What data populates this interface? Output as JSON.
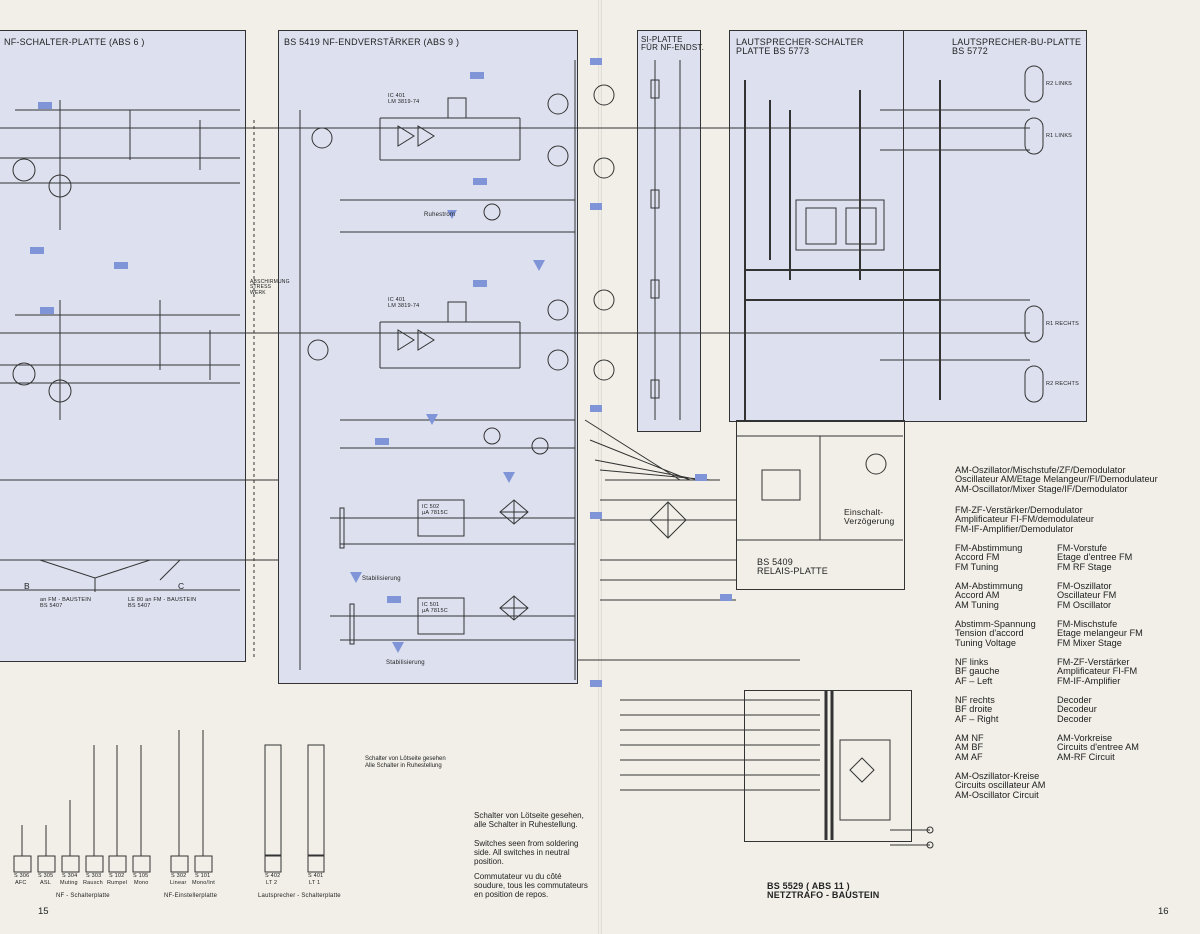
{
  "boards": {
    "nf_schalter": "NF-SCHALTER-PLATTE   (ABS 6 )",
    "nf_endverstaerker": "BS 5419  NF-ENDVERSTÄRKER  (ABS 9 )",
    "si_platte": "SI-PLATTE\nFÜR NF-ENDST.",
    "lautsprecher_schalter": "LAUTSPRECHER-SCHALTER\nPLATTE BS 5773",
    "lautsprecher_bu": "LAUTSPRECHER-BU-PLATTE\nBS 5772",
    "relais": "BS 5409\nRELAIS-PLATTE",
    "netztrafo": "BS 5529 ( ABS 11 )\nNETZTRAFO - BAUSTEIN"
  },
  "annotations": {
    "einschalt": "Einschalt-\nVerzögerung",
    "stabilisierung_1": "Stabilisierung",
    "stabilisierung_2": "Stabilisierung",
    "ruhestrom": "Ruhestrom",
    "vom_fm_baustein": "an FM - BAUSTEIN\nBS 5407",
    "le80_fm": "LE 80 an FM - BAUSTEIN\nBS 5407",
    "point_b": "B",
    "point_c": "C",
    "abschirmung": "ABSCHIRMUNG\nSTRESS\nWERK"
  },
  "legend": [
    {
      "lines": [
        "AM-Oszillator/Mischstufe/ZF/Demodulator",
        "Oscillateur AM/Etage Melangeur/FI/Demodulateur",
        "AM-Oscillator/Mixer Stage/IF/Demodulator"
      ]
    },
    {
      "lines": [
        "FM-ZF-Verstärker/Demodulator",
        "Amplificateur FI-FM/demodulateur",
        "FM-IF-Amplifier/Demodulator"
      ]
    },
    {
      "lines": [
        "FM-Abstimmung",
        "Accord FM",
        "FM Tuning"
      ]
    },
    {
      "lines": [
        "FM-Vorstufe",
        "Etage d'entree FM",
        "FM RF Stage"
      ]
    },
    {
      "lines": [
        "AM-Abstimmung",
        "Accord AM",
        "AM Tuning"
      ]
    },
    {
      "lines": [
        "FM-Oszillator",
        "Oscillateur FM",
        "FM Oscillator"
      ]
    },
    {
      "lines": [
        "Abstimm-Spannung",
        "Tension d'accord",
        "Tuning Voltage"
      ]
    },
    {
      "lines": [
        "FM-Mischstufe",
        "Etage melangeur FM",
        "FM Mixer Stage"
      ]
    },
    {
      "lines": [
        "NF links",
        "BF gauche",
        "AF – Left"
      ]
    },
    {
      "lines": [
        "FM-ZF-Verstärker",
        "Amplificateur FI-FM",
        "FM-IF-Amplifier"
      ]
    },
    {
      "lines": [
        "NF rechts",
        "BF droite",
        "AF – Right"
      ]
    },
    {
      "lines": [
        "Decoder",
        "Decodeur",
        "Decoder"
      ]
    },
    {
      "lines": [
        "AM NF",
        "AM BF",
        "AM AF"
      ]
    },
    {
      "lines": [
        "AM-Vorkreise",
        "Circuits d'entree AM",
        "AM-RF Circuit"
      ]
    },
    {
      "lines": [
        "AM-Oszillator-Kreise",
        "Circuits oscillateur AM",
        "AM-Oscillator Circuit"
      ]
    }
  ],
  "switches": [
    {
      "id": "S 306",
      "name": "AFC"
    },
    {
      "id": "S 305",
      "name": "ASL"
    },
    {
      "id": "S 304",
      "name": "Muting"
    },
    {
      "id": "S 303",
      "name": "Rausch"
    },
    {
      "id": "S 102",
      "name": "Rumpel"
    },
    {
      "id": "S 105",
      "name": "Mono"
    },
    {
      "id": "S 302",
      "name": "Linear"
    },
    {
      "id": "S 101",
      "name": "Mono/Int"
    },
    {
      "id": "S 402",
      "name": "LT 2"
    },
    {
      "id": "S 401",
      "name": "LT 1"
    }
  ],
  "switch_groups": {
    "nf_schalter": "NF - Schalterplatte",
    "nf_einsteller": "NF-Einstellerplatte",
    "lautsprecher": "Lautsprecher - Schalterplatte"
  },
  "notes": {
    "small_de": "Schalter von Lötseite gesehen\nAlle Schalter in Ruhestellung",
    "de": "Schalter von Lötseite gesehen,\nalle Schalter in Ruhestellung.",
    "en": "Switches seen from soldering\nside. All switches in neutral\nposition.",
    "fr": "Commutateur vu du côté\nsoudure, tous les commutateurs\nen position de repos."
  },
  "page_numbers": {
    "left": "15",
    "right": "16"
  },
  "speaker_labels": [
    "R2  LINKS",
    "R1  LINKS",
    "R1  RECHTS",
    "R2  RECHTS"
  ],
  "ic_labels": [
    "IC 401\nLM 3819-74",
    "IC 401\nLM 3819-74",
    "IC 502\nµA 7815C",
    "IC 501\nµA 7815C"
  ],
  "colors": {
    "board_fill": "#dde1ef",
    "paper": "#f1efe7",
    "tag_blue": "#7f95d8",
    "ink": "#222222"
  }
}
